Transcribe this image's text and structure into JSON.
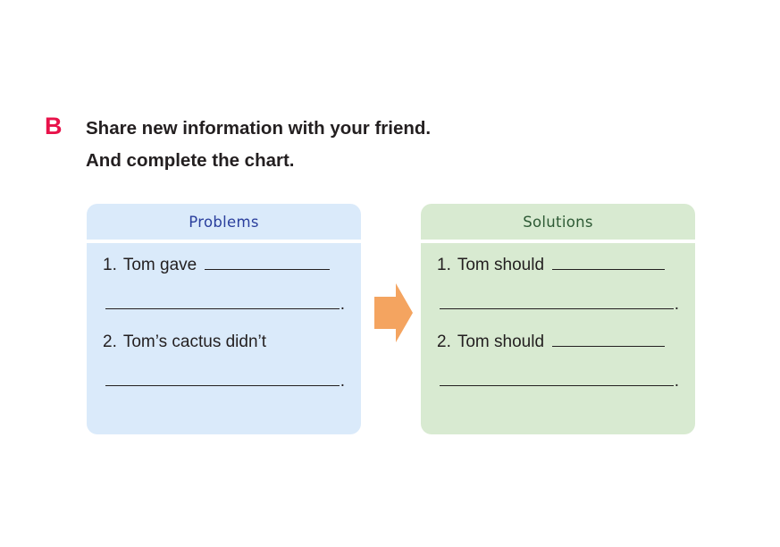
{
  "exercise": {
    "letter": "B",
    "instruction_line1": "Share new information with your friend.",
    "instruction_line2": "And complete the chart."
  },
  "colors": {
    "letter_red": "#e8124a",
    "problems_fill": "#daeafa",
    "problems_title": "#2a3f9d",
    "solutions_fill": "#d8ead1",
    "solutions_title": "#2e5a35",
    "arrow_orange": "#f4a460",
    "text_dark": "#231f20"
  },
  "chart_data": {
    "type": "table",
    "title": "Problems and Solutions chart",
    "columns": [
      "Problems",
      "Solutions"
    ],
    "panels": [
      {
        "title": "Problems",
        "items": [
          {
            "number": "1.",
            "text": "Tom gave",
            "trailing_blank": true,
            "second_line_blank": true,
            "end_punctuation": "."
          },
          {
            "number": "2.",
            "text": "Tom’s cactus didn’t",
            "trailing_blank": false,
            "second_line_blank": true,
            "end_punctuation": "."
          }
        ]
      },
      {
        "title": "Solutions",
        "items": [
          {
            "number": "1.",
            "text": "Tom should",
            "trailing_blank": true,
            "second_line_blank": true,
            "end_punctuation": "."
          },
          {
            "number": "2.",
            "text": "Tom should",
            "trailing_blank": true,
            "second_line_blank": true,
            "end_punctuation": "."
          }
        ]
      }
    ],
    "connector": {
      "icon": "arrow-right-icon",
      "direction": "right",
      "from": "Problems",
      "to": "Solutions"
    }
  }
}
